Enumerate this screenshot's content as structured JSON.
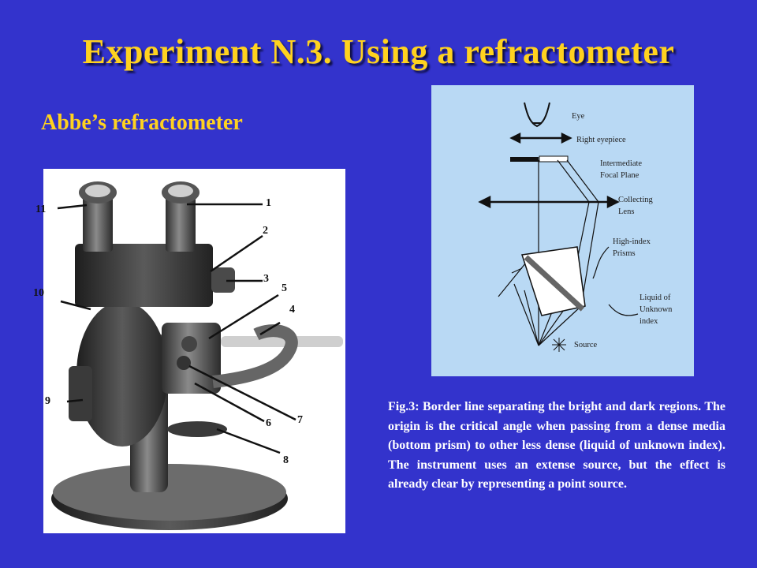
{
  "slide": {
    "title": "Experiment N.3. Using a refractometer",
    "subtitle": "Abbe’s refractometer"
  },
  "photo": {
    "parts": [
      "1",
      "2",
      "3",
      "4",
      "5",
      "6",
      "7",
      "8",
      "9",
      "10",
      "11"
    ]
  },
  "diagram": {
    "labels": {
      "eye": "Eye",
      "eyepiece": "Right eyepiece",
      "focal_plane": "Intermediate\nFocal Plane",
      "collecting_lens": "Collecting\nLens",
      "prisms": "High-index\nPrisms",
      "liquid": "Liquid of\nUnknown\nindex",
      "source": "Source"
    }
  },
  "caption": "Fig.3: Border line separating the bright and dark regions. The origin is the critical angle when passing from a dense media (bottom prism) to other less dense (liquid of unknown index). The instrument uses an extense source, but the effect is already clear by representing a point source."
}
